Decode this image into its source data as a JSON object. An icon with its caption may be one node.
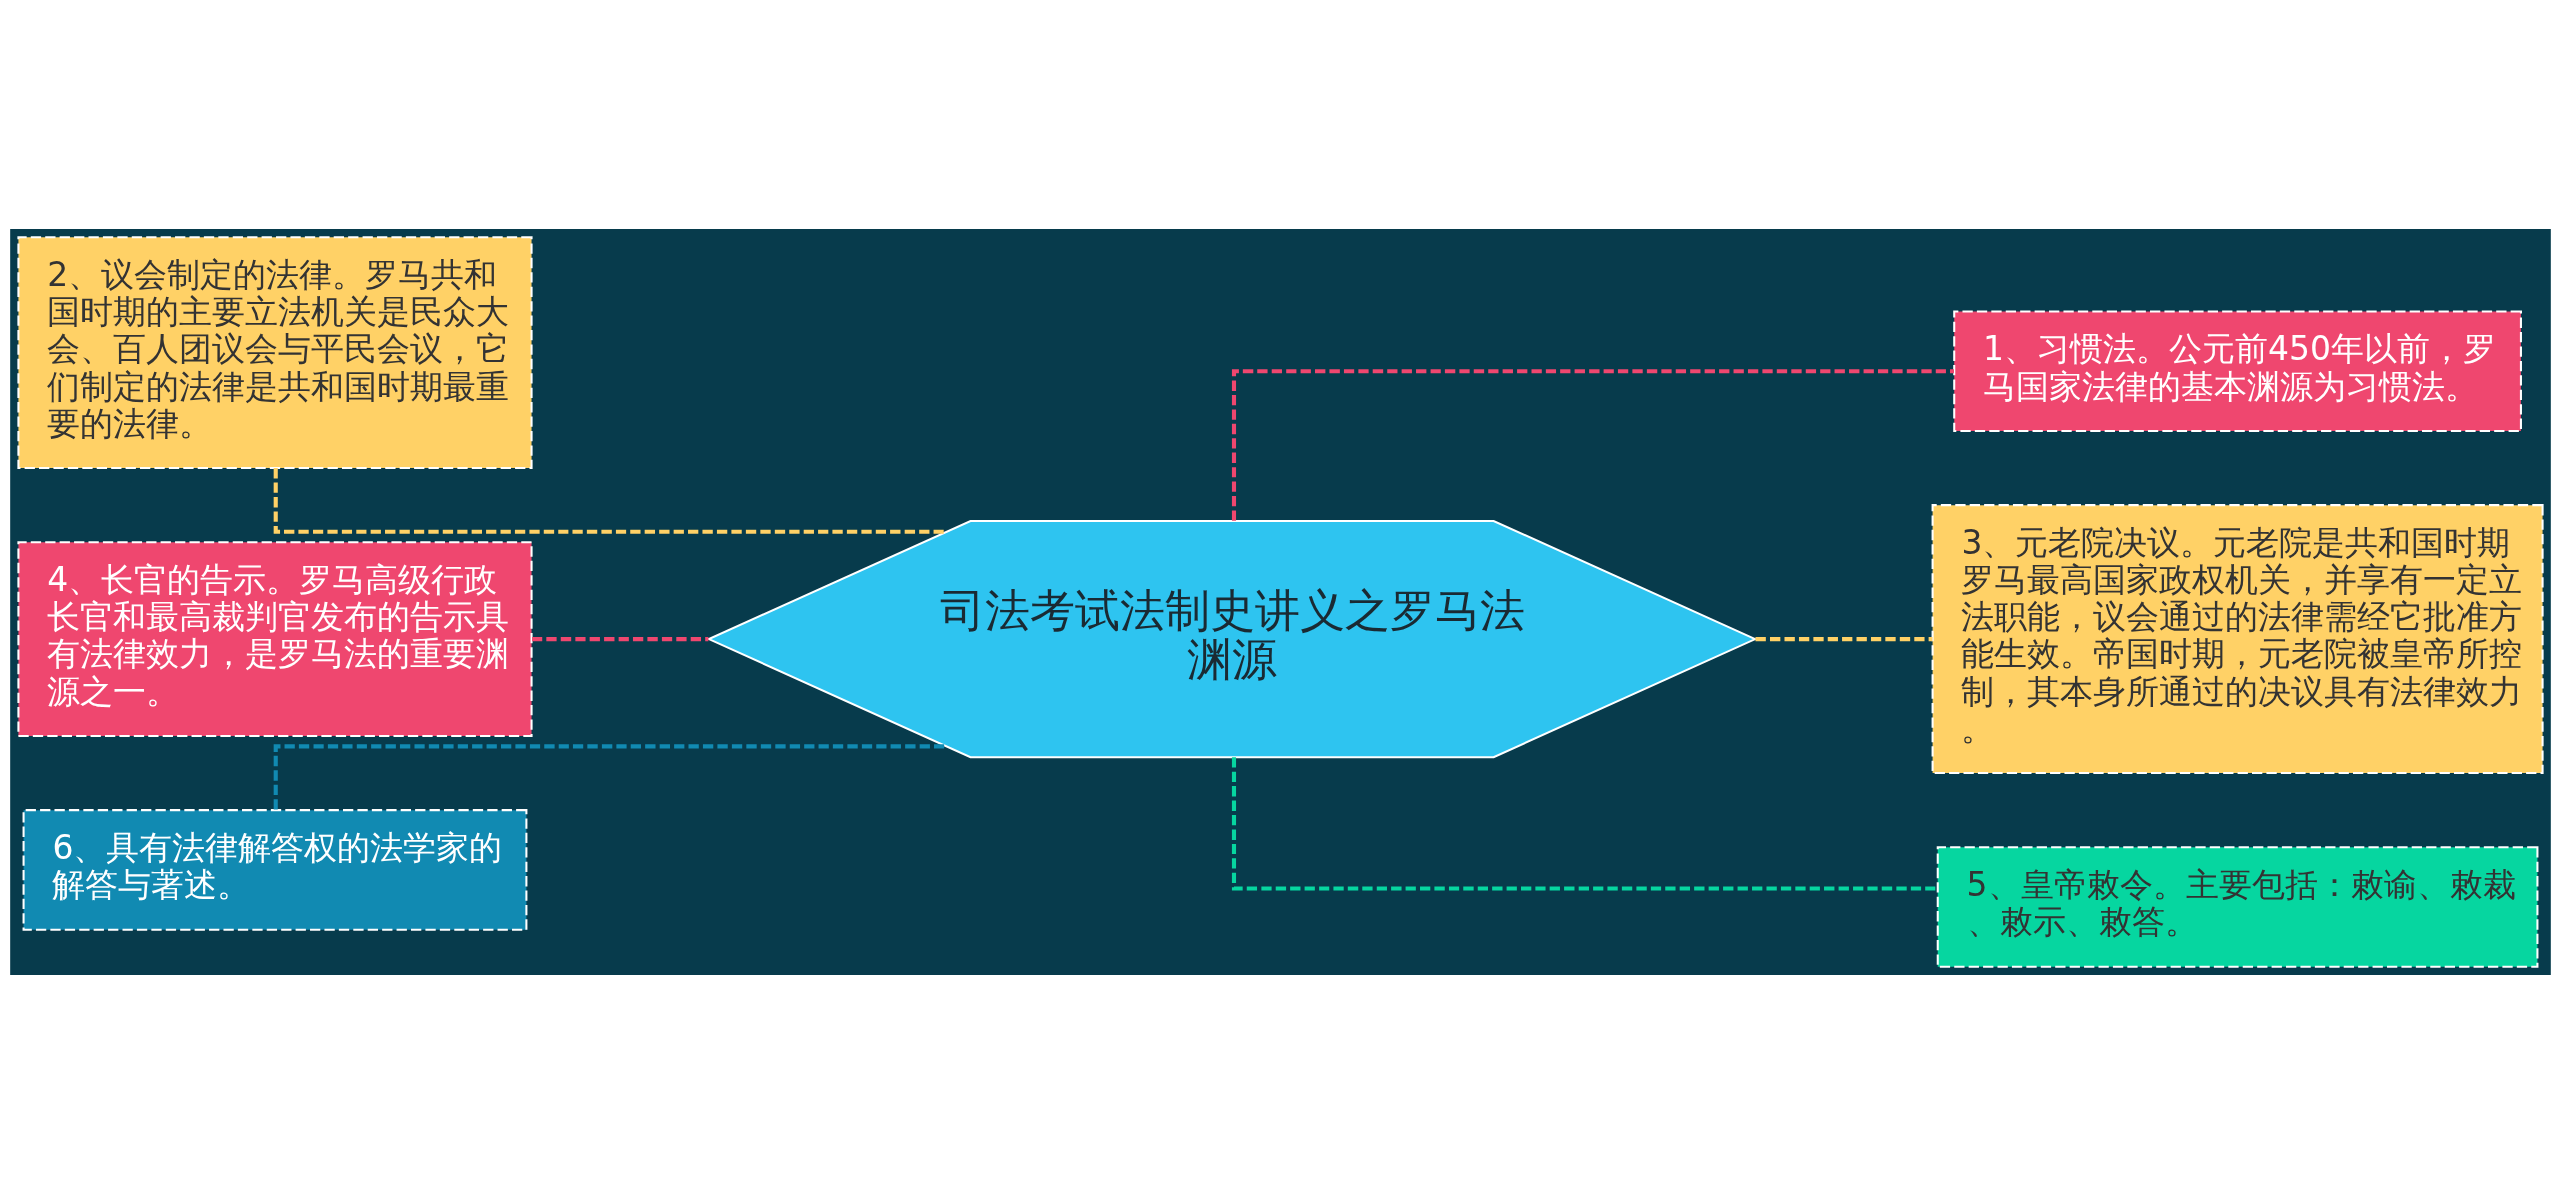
{
  "diagram": {
    "nodes": [
      {
        "text": [
          "司法考试法制史讲义之罗马法渊源"
        ]
      },
      {
        "text": [
          "2、议会制定的法律。罗马共和国时期的主要立法机关是民众大会、百人团议会与平民会议，它们制定的法律是共和国时期最重要的法律。"
        ]
      },
      {
        "text": [
          "4、长官的告示。罗马高级行政长官和最高裁判官发布的告示具有法律效力，是罗马法的重要渊源之一。"
        ]
      },
      {
        "text": [
          "6、具有法律解答权的法学家的解答与著述。"
        ]
      },
      {
        "text": [
          "1、习惯法。公元前450年以前，罗马国家法律的基本渊源为习惯法。"
        ]
      },
      {
        "text": [
          "3、元老院决议。元老院是共和国时期罗马最高国家政权机关，并享有一定立法职能，议会通过的法律需经它批准方能生效。帝国时期，元老院被皇帝所控制，其本身所通过的决议具有法律效力。"
        ]
      },
      {
        "text": [
          "5、皇帝敕令。主要包括：敕谕、敕裁、敕示、敕答。"
        ]
      }
    ],
    "edges": [
      {
        "from": 0,
        "to": 1,
        "arrow": "none",
        "style": "dashed",
        "color": "#ffd166"
      },
      {
        "from": 0,
        "to": 2,
        "arrow": "none",
        "style": "dashed",
        "color": "#ef476f"
      },
      {
        "from": 0,
        "to": 3,
        "arrow": "none",
        "style": "dashed",
        "color": "#118ab2"
      },
      {
        "from": 0,
        "to": 4,
        "arrow": "none",
        "style": "dashed",
        "color": "#ef476f"
      },
      {
        "from": 0,
        "to": 5,
        "arrow": "none",
        "style": "dashed",
        "color": "#ffd166"
      },
      {
        "from": 0,
        "to": 6,
        "arrow": "none",
        "style": "dashed",
        "color": "#06d6a0"
      }
    ]
  }
}
